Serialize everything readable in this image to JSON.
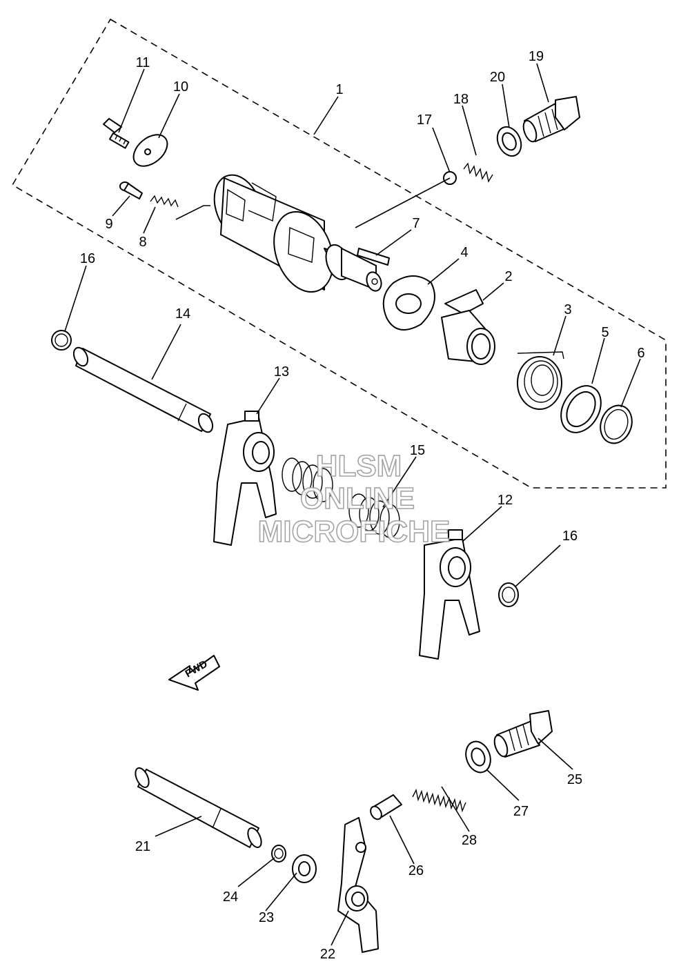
{
  "diagram": {
    "callouts": [
      {
        "id": "c1",
        "label": "1"
      },
      {
        "id": "c2",
        "label": "2"
      },
      {
        "id": "c3",
        "label": "3"
      },
      {
        "id": "c4",
        "label": "4"
      },
      {
        "id": "c5",
        "label": "5"
      },
      {
        "id": "c6",
        "label": "6"
      },
      {
        "id": "c7",
        "label": "7"
      },
      {
        "id": "c8",
        "label": "8"
      },
      {
        "id": "c9",
        "label": "9"
      },
      {
        "id": "c10",
        "label": "10"
      },
      {
        "id": "c11",
        "label": "11"
      },
      {
        "id": "c12",
        "label": "12"
      },
      {
        "id": "c13",
        "label": "13"
      },
      {
        "id": "c14",
        "label": "14"
      },
      {
        "id": "c15",
        "label": "15"
      },
      {
        "id": "c16a",
        "label": "16"
      },
      {
        "id": "c16b",
        "label": "16"
      },
      {
        "id": "c17",
        "label": "17"
      },
      {
        "id": "c18",
        "label": "18"
      },
      {
        "id": "c19",
        "label": "19"
      },
      {
        "id": "c20",
        "label": "20"
      },
      {
        "id": "c21",
        "label": "21"
      },
      {
        "id": "c22",
        "label": "22"
      },
      {
        "id": "c23",
        "label": "23"
      },
      {
        "id": "c24",
        "label": "24"
      },
      {
        "id": "c25",
        "label": "25"
      },
      {
        "id": "c26",
        "label": "26"
      },
      {
        "id": "c27",
        "label": "27"
      },
      {
        "id": "c28",
        "label": "28"
      }
    ],
    "direction_marker": "FWD"
  },
  "watermark": {
    "line1": "HLSM",
    "line2": "ONLINE",
    "line3": "MICROFICHE"
  },
  "colors": {
    "line": "#000000",
    "background": "#ffffff",
    "watermark": "#9a9a9a"
  }
}
